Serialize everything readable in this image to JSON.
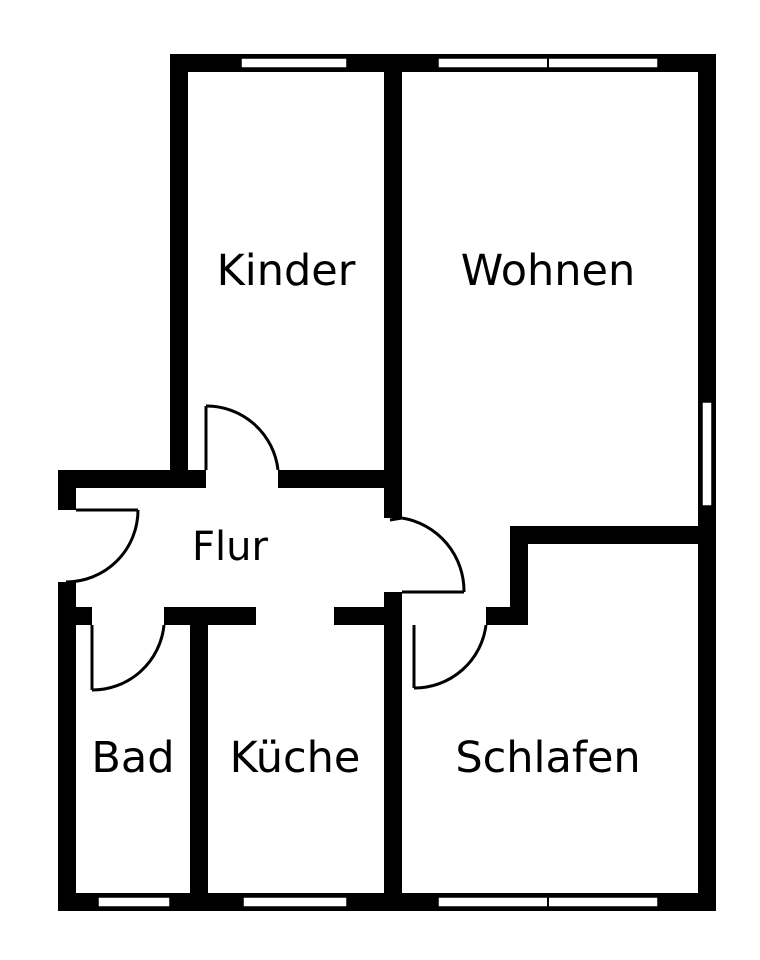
{
  "floorplan": {
    "rooms": {
      "kinder": "Kinder",
      "wohnen": "Wohnen",
      "flur": "Flur",
      "bad": "Bad",
      "kueche": "Küche",
      "schlafen": "Schlafen"
    },
    "colors": {
      "wall": "#000000",
      "background": "#ffffff"
    }
  }
}
